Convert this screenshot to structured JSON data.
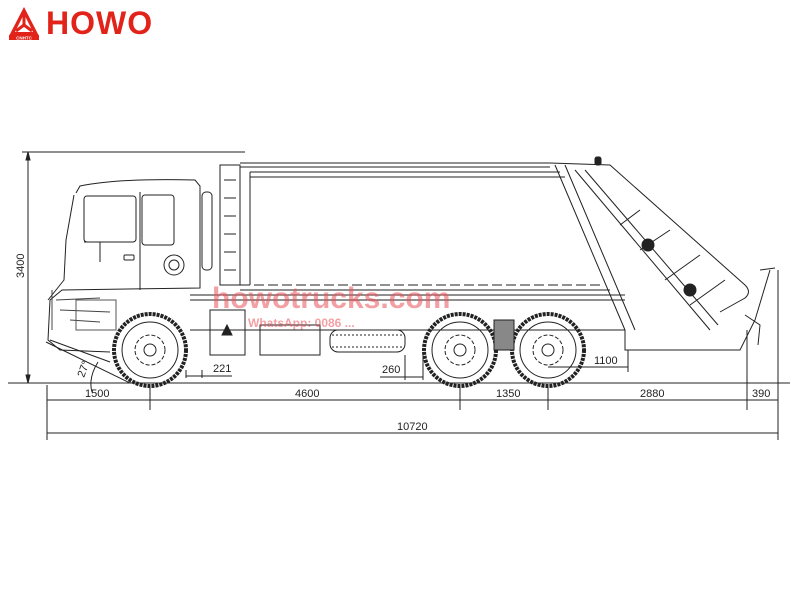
{
  "brand": {
    "name": "HOWO",
    "emblem_text": "CNHTC",
    "color": "#e2231a"
  },
  "watermark": {
    "site": "howotrucks.com",
    "contact": "WhatsApp: 0086 ... ",
    "color": "#e8525a"
  },
  "drawing": {
    "subject": "HOWO 6x4 rear loader garbage compactor truck - side elevation",
    "dimensions": {
      "overall_height": "3400",
      "approach_angle": "27°",
      "front_overhang": "1500",
      "wheelbase_front": "4600",
      "tandem_spacing": "1350",
      "rear_to_body": "2880",
      "rear_overhang_extra": "390",
      "overall_length": "10720",
      "cab_gap": "221",
      "spare_gap": "260",
      "rear_clearance": "1100"
    }
  }
}
